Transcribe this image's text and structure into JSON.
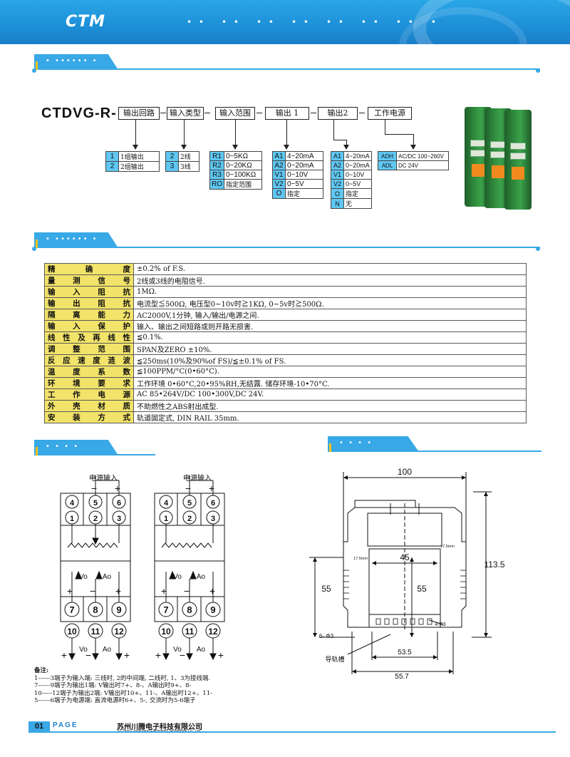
{
  "header": {
    "logo": "CTM",
    "dots": [
      "• •",
      "• •",
      "• •",
      "• •",
      "• •",
      "• •",
      "• •",
      "•"
    ]
  },
  "tabs": {
    "dots1": "• •••••• •",
    "dots2": "• •••••• •",
    "dots3": "• • • •",
    "dots4": "• • • •"
  },
  "ordering": {
    "model": "CTDVG-R-",
    "boxes": [
      "输出回路",
      "输入类型",
      "输入范围",
      "输出 1",
      "输出2",
      "工作电源"
    ],
    "output_loop": [
      {
        "k": "1",
        "v": "1组输出"
      },
      {
        "k": "2",
        "v": "2组输出"
      }
    ],
    "input_type": [
      {
        "k": "2",
        "v": "2线"
      },
      {
        "k": "3",
        "v": "3线"
      }
    ],
    "input_range": [
      {
        "k": "R1",
        "v": "0~5KΩ"
      },
      {
        "k": "R2",
        "v": "0~20KΩ"
      },
      {
        "k": "R3",
        "v": "0~100KΩ"
      },
      {
        "k": "RO",
        "v": "指定范围"
      }
    ],
    "output1": [
      {
        "k": "A1",
        "v": "4~20mA"
      },
      {
        "k": "A2",
        "v": "0~20mA"
      },
      {
        "k": "V1",
        "v": "0~10V"
      },
      {
        "k": "V2",
        "v": "0~5V"
      },
      {
        "k": "O",
        "v": "指定"
      }
    ],
    "output2": [
      {
        "k": "A1",
        "v": "4~20mA"
      },
      {
        "k": "A2",
        "v": "0~20mA"
      },
      {
        "k": "V1",
        "v": "0~10V"
      },
      {
        "k": "V2",
        "v": "0~5V"
      },
      {
        "k": "O",
        "v": "指定"
      },
      {
        "k": "N",
        "v": "无"
      }
    ],
    "power": [
      {
        "k": "ADH",
        "v": "AC/DC 100~260V"
      },
      {
        "k": "ADL",
        "v": "DC 24V"
      }
    ]
  },
  "specs": [
    {
      "label": "精确度",
      "value": "±0.2% of F.S."
    },
    {
      "label": "量测信号",
      "value": "2线或3线的电阻信号."
    },
    {
      "label": "输入阻抗",
      "value": "1MΩ."
    },
    {
      "label": "输出阻抗",
      "value": "电流型≦500Ω, 电压型0~10v时≧1KΩ, 0~5v时≧500Ω."
    },
    {
      "label": "隔离能力",
      "value": "AC2000V,1分钟, 输入/输出/电源之间."
    },
    {
      "label": "输入保护",
      "value": "输入、输出之间短路或则开路无损害."
    },
    {
      "label": "线性及再线性",
      "value": "≦0.1%."
    },
    {
      "label": "调整范围",
      "value": "SPAN及ZERO ±10%."
    },
    {
      "label": "反应速度涟波",
      "value": "≦250ms(10%及90%of FS)/≦±0.1% of FS."
    },
    {
      "label": "温度系数",
      "value": "≦100PPM/°C(0•60°C)."
    },
    {
      "label": "环境要求",
      "value": "工作环境 0•60°C,20•95%RH,无结露. 储存环境-10•70°C."
    },
    {
      "label": "工作电源",
      "value": "AC 85•264V/DC 100•300V,DC 24V."
    },
    {
      "label": "外壳材质",
      "value": "不助燃性之ABS射出成型."
    },
    {
      "label": "安装方式",
      "value": "轨道固定式, DIN RAIL 35mm."
    }
  ],
  "wiring": {
    "power_label": "电源输入",
    "top_row": [
      "4",
      "5",
      "6"
    ],
    "mid_row": [
      "1",
      "2",
      "3"
    ],
    "row7": [
      "7",
      "8",
      "9"
    ],
    "row10": [
      "10",
      "11",
      "12"
    ],
    "vo": "Vo",
    "ao": "Ao"
  },
  "dims": {
    "w100": "100",
    "w45": "45",
    "h55a": "55",
    "h55b": "55",
    "h113": "113.5",
    "w53": "53.5",
    "w55": "55.7",
    "small1": "17.5mm",
    "small2": "17.5mm",
    "hole": "6- Φ3",
    "r3": "4-R3",
    "rail": "导轨槽"
  },
  "notes": {
    "title": "备注:",
    "lines": [
      "1------3端子为输入端: 三线时, 2的中间端, 二线时, 1、3为接线端.",
      "7------9端子为输出1端: V输出时7+、8-、A输出时9+、8-",
      "10-----12端子为输出2端: V输出时10+、11-、A输出时12+、11-",
      "5------6端子为电源端: 直流电源时6+、5-, 交流时为5-6端子"
    ]
  },
  "footer": {
    "page": "01",
    "page_word": "PAGE",
    "company": "苏州川腾电子科技有限公司",
    "company_en": "Su Zhou ChuanTeng Electronics Technology Co., Ltd."
  }
}
